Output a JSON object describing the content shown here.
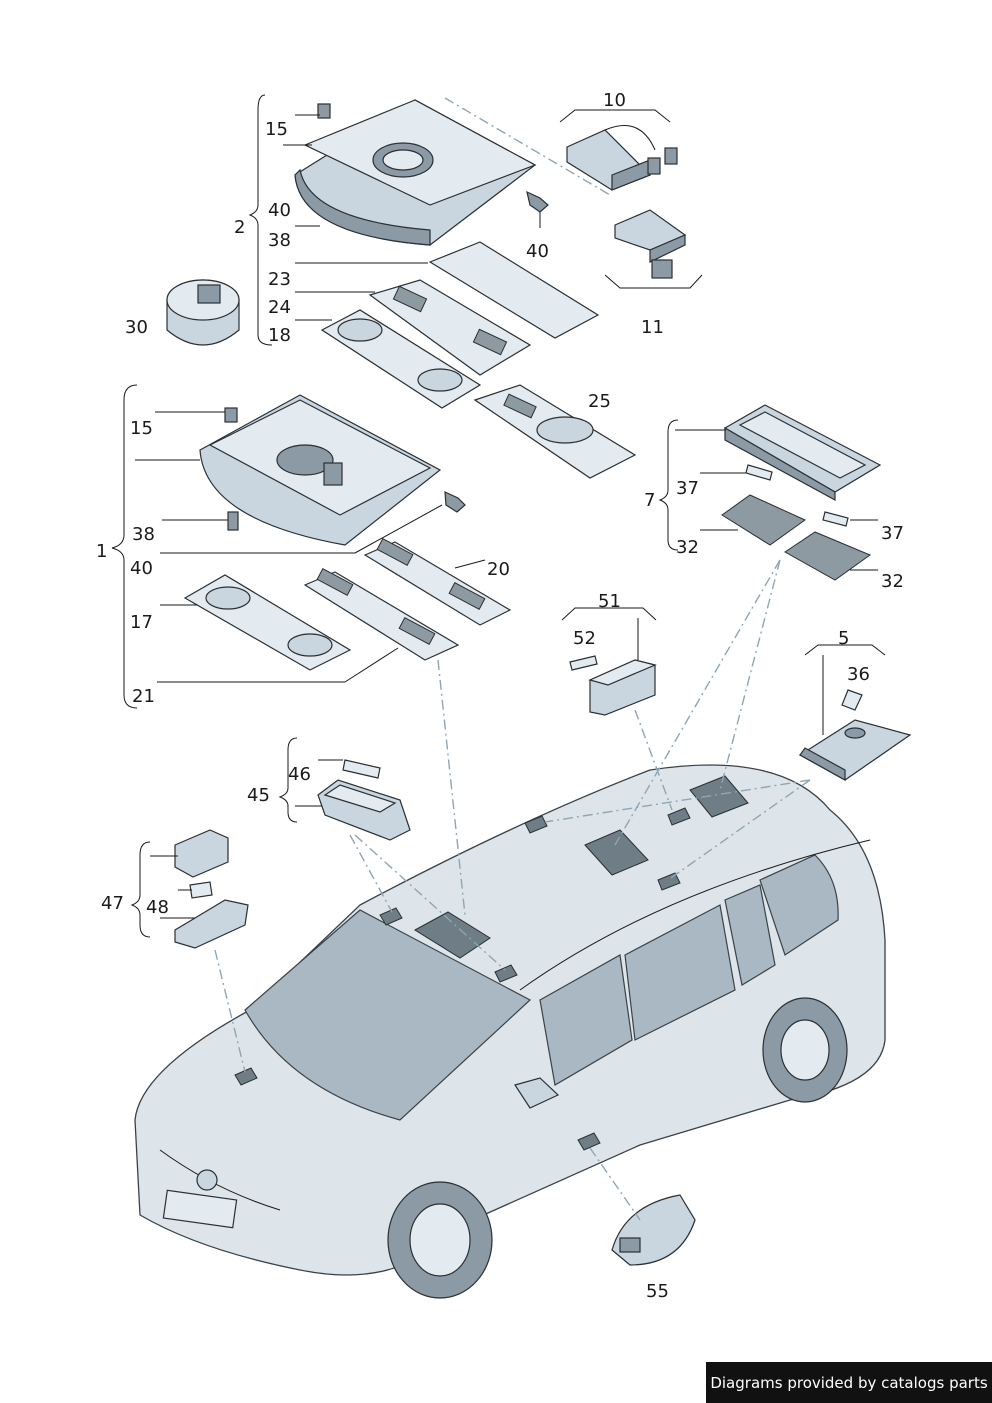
{
  "callouts": {
    "c10": "10",
    "c15a": "15",
    "c2": "2",
    "c40a": "40",
    "c40b": "40",
    "c38a": "38",
    "c23": "23",
    "c24": "24",
    "c18": "18",
    "c30": "30",
    "c11": "11",
    "c15b": "15",
    "c25": "25",
    "c37a": "37",
    "c7": "7",
    "c37b": "37",
    "c32a": "32",
    "c32b": "32",
    "c38b": "38",
    "c1": "1",
    "c40c": "40",
    "c20": "20",
    "c17": "17",
    "c21": "21",
    "c51": "51",
    "c52": "52",
    "c5": "5",
    "c36": "36",
    "c46": "46",
    "c45": "45",
    "c47": "47",
    "c48": "48",
    "c55": "55"
  },
  "footer": {
    "credit": "Diagrams provided by catalogs parts"
  },
  "colors": {
    "part": "#c9d6df",
    "outline": "#2a2f33",
    "dash": "#8fa6b4",
    "footer_bg": "#111111"
  }
}
